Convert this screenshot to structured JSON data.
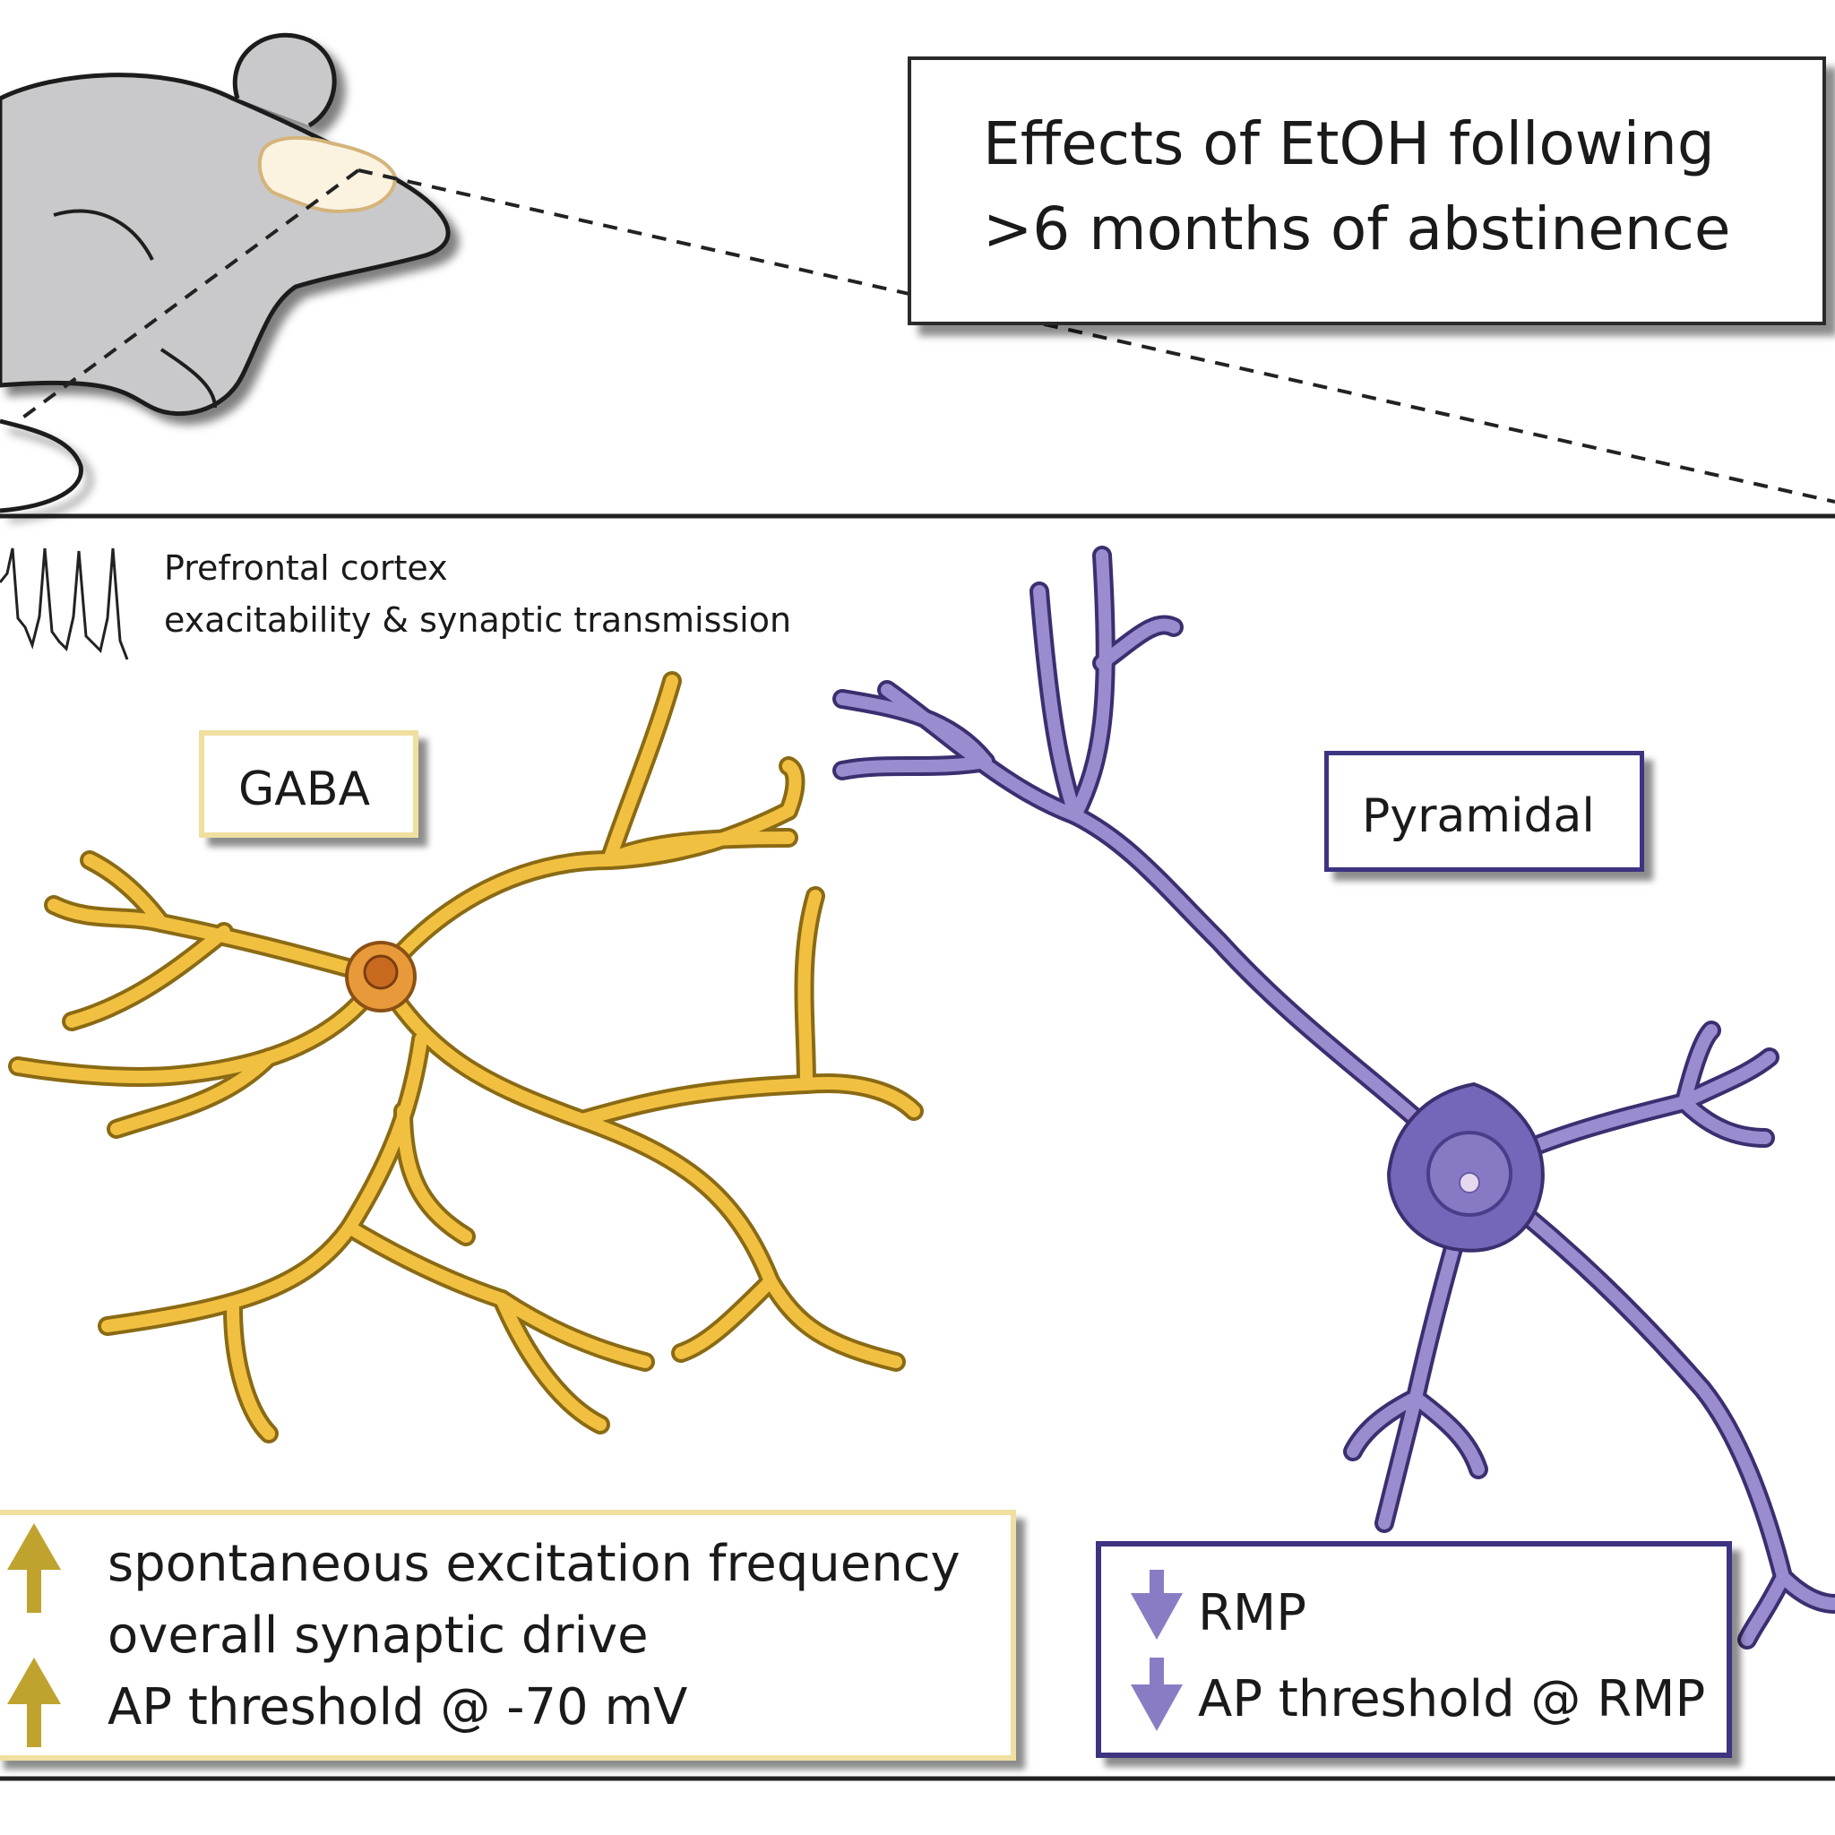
{
  "title_box": {
    "line1": "Effects of EtOH following",
    "line2": ">6 months of abstinence"
  },
  "recording": {
    "line1": "Prefrontal cortex",
    "line2": "exacitability & synaptic transmission"
  },
  "gaba": {
    "label": "GABA",
    "color": "#f2c040",
    "outline": "#8a6a14",
    "box_border": "#efe0a0",
    "effects": [
      {
        "direction": "up",
        "text": "spontaneous excitation frequency"
      },
      {
        "direction": "",
        "text": "overall synaptic drive"
      },
      {
        "direction": "up",
        "text": "AP threshold @ -70 mV"
      }
    ]
  },
  "pyramidal": {
    "label": "Pyramidal",
    "color": "#9a8ccf",
    "outline": "#3b2f70",
    "box_border": "#3c3480",
    "effects": [
      {
        "direction": "down",
        "text": "RMP"
      },
      {
        "direction": "down",
        "text": "AP threshold @ RMP"
      }
    ]
  },
  "arrow_colors": {
    "up": "#bfa32e",
    "down": "#8a7cc4"
  }
}
